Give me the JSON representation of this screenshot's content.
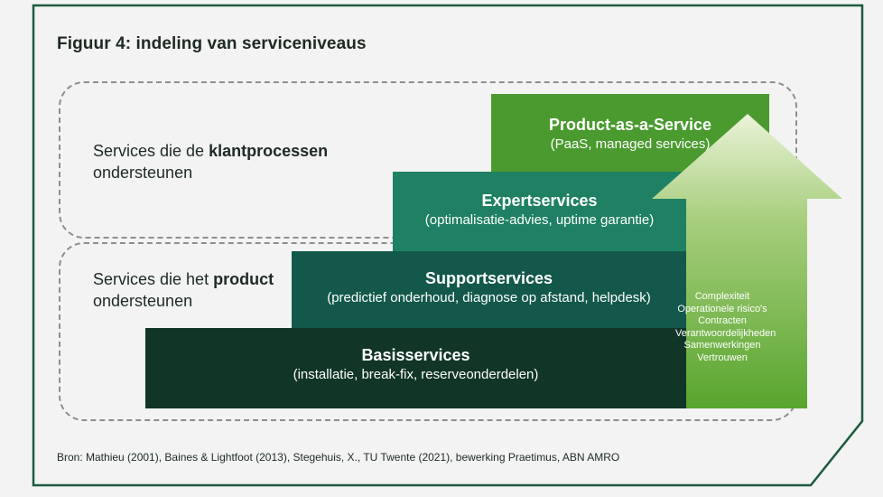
{
  "figure": {
    "title": "Figuur 4: indeling van serviceniveaus"
  },
  "groups": {
    "top": {
      "prefix": "Services die de ",
      "bold": "klantprocessen",
      "line2": "ondersteunen"
    },
    "bottom": {
      "prefix": "Services die het ",
      "bold": "product",
      "line2": "ondersteunen"
    }
  },
  "steps": {
    "paas": {
      "name": "Product-as-a-Service",
      "desc": "(PaaS, managed services)"
    },
    "expert": {
      "name": "Expertservices",
      "desc": "(optimalisatie-advies, uptime garantie)"
    },
    "support": {
      "name": "Supportservices",
      "desc": "(predictief onderhoud, diagnose op afstand, helpdesk)"
    },
    "basis": {
      "name": "Basisservices",
      "desc": "(installatie, break-fix, reserveonderdelen)"
    }
  },
  "arrow": {
    "items": [
      "Complexiteit",
      "Operationele risico's",
      "Contracten",
      "Verantwoordelijkheden",
      "Samenwerkingen",
      "Vertrouwen"
    ]
  },
  "source": "Bron: Mathieu (2001), Baines & Lightfoot (2013), Stegehuis, X., TU Twente (2021), bewerking Praetimus, ABN AMRO",
  "colors": {
    "frame": "#1d5a3e",
    "paas": "#4a9a2f",
    "expert": "#1f8064",
    "support": "#13584a",
    "basis": "#113527",
    "arrow_top": "#eaf3d8",
    "arrow_bottom": "#58a52e"
  }
}
